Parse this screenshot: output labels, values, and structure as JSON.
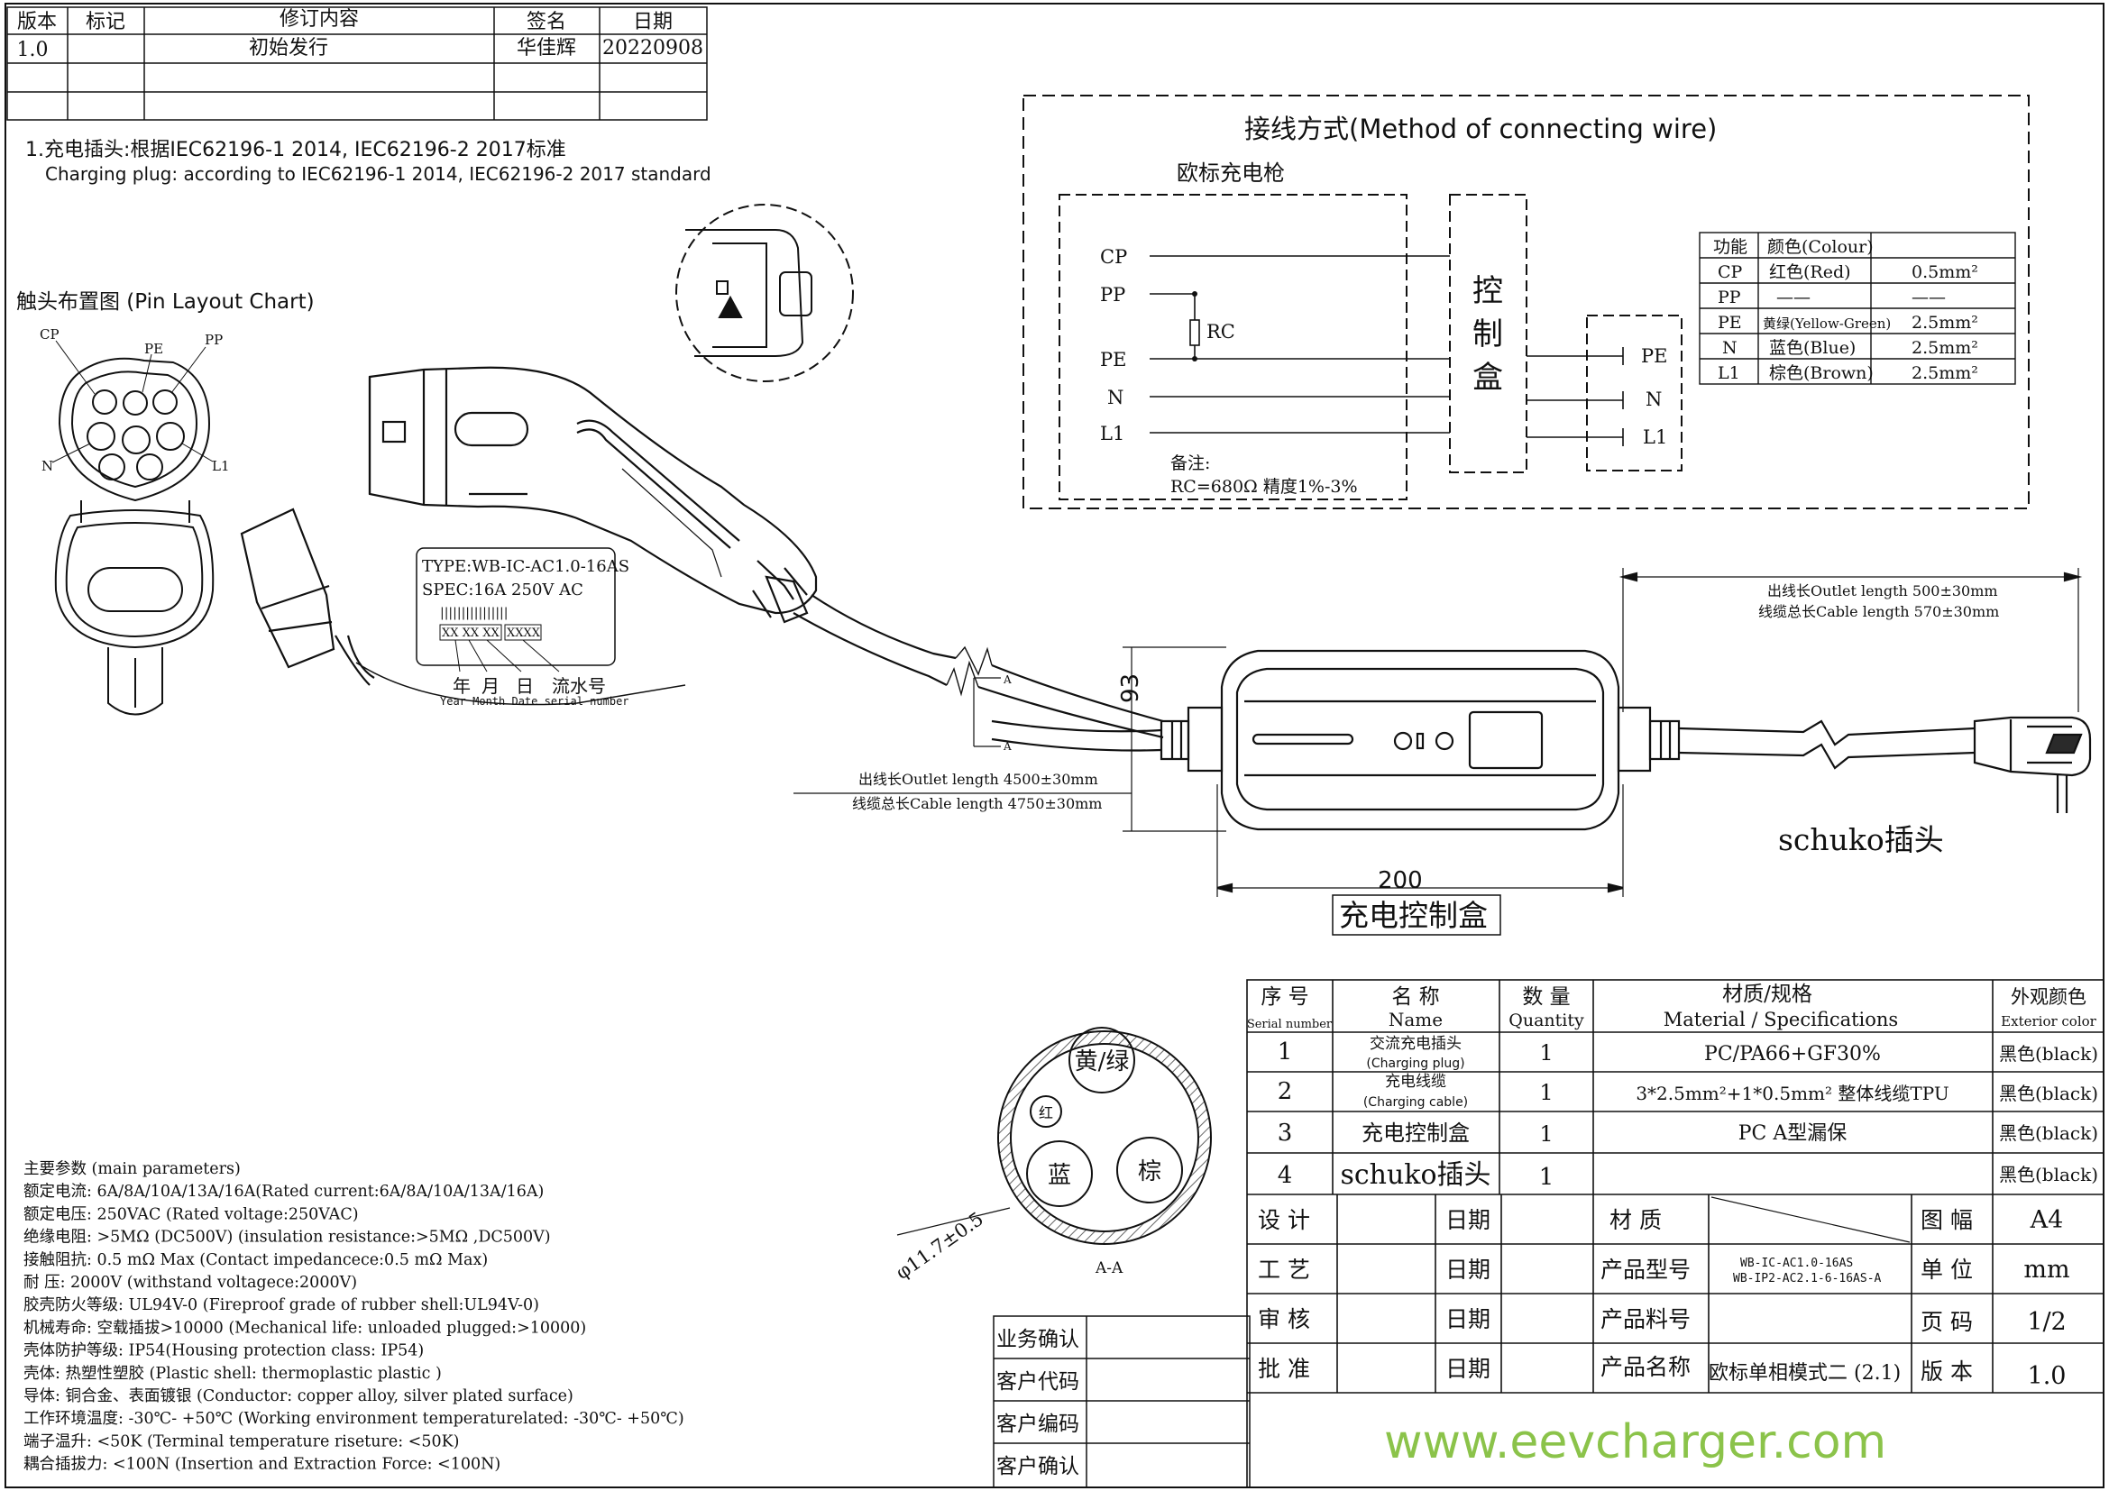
{
  "revision_table": {
    "headers": [
      "版本",
      "标记",
      "修订内容",
      "签名",
      "日期"
    ],
    "row": [
      "1.0",
      "",
      "初始发行",
      "华佳辉",
      "20220908"
    ]
  },
  "standard_note": {
    "zh": "1.充电插头:根据IEC62196-1 2014, IEC62196-2 2017标准",
    "en": "Charging plug: according to IEC62196-1 2014, IEC62196-2 2017 standard"
  },
  "pin_layout": {
    "title": "触头布置图 (Pin Layout Chart)",
    "labels": [
      "CP",
      "PE",
      "PP",
      "N",
      "L1"
    ]
  },
  "nameplate": {
    "type": "TYPE:WB-IC-AC1.0-16AS",
    "spec": "SPEC:16A 250V AC",
    "barcode": "||||||||||||||||",
    "date_box": "XX XX XX",
    "serial_box": "XXXX",
    "captions_zh": [
      "年",
      "月",
      "日",
      "流水号"
    ],
    "captions_en": "Year Month Date serial number"
  },
  "wiring": {
    "title": "接线方式(Method of connecting wire)",
    "gun_label": "欧标充电枪",
    "gun_pins": [
      "CP",
      "PP",
      "PE",
      "N",
      "L1"
    ],
    "resistor": "RC",
    "box_label": [
      "控",
      "制",
      "盒"
    ],
    "out_pins": [
      "PE",
      "N",
      "L1"
    ],
    "note_title": "备注:",
    "note_text": "RC=680Ω   精度1%-3%"
  },
  "colour_table": {
    "headers": [
      "功能",
      "颜色(Colour)",
      ""
    ],
    "rows": [
      [
        "CP",
        "红色(Red)",
        "0.5mm²"
      ],
      [
        "PP",
        "——",
        "——"
      ],
      [
        "PE",
        "黄绿(Yellow-Green)",
        "2.5mm²"
      ],
      [
        "N",
        "蓝色(Blue)",
        "2.5mm²"
      ],
      [
        "L1",
        "棕色(Brown)",
        "2.5mm²"
      ]
    ]
  },
  "dimensions": {
    "out_right_1": "出线长Outlet length 500±30mm",
    "out_right_2": "线缆总长Cable length 570±30mm",
    "out_left_1": "出线长Outlet length 4500±30mm",
    "out_left_2": "线缆总长Cable length 4750±30mm",
    "height": "93",
    "width": "200",
    "section_mark": "A",
    "box_title": "充电控制盒",
    "schuko": "schuko插头"
  },
  "cross_section": {
    "cores": [
      "黄/绿",
      "红",
      "蓝",
      "棕"
    ],
    "diameter": "φ11.7±0.5",
    "label": "A-A"
  },
  "parameters": {
    "lines": [
      "主要参数 (main parameters)",
      "额定电流: 6A/8A/10A/13A/16A(Rated current:6A/8A/10A/13A/16A)",
      "额定电压: 250VAC (Rated voltage:250VAC)",
      "绝缘电阻: >5MΩ (DC500V) (insulation resistance:>5MΩ ,DC500V)",
      "接触阻抗: 0.5 mΩ Max (Contact impedancece:0.5 mΩ Max)",
      "耐   压: 2000V (withstand voltagece:2000V)",
      "胶壳防火等级: UL94V-0 (Fireproof grade of rubber shell:UL94V-0)",
      "机械寿命: 空载插拔>10000 (Mechanical life: unloaded plugged:>10000)",
      "壳体防护等级: IP54(Housing protection class: IP54)",
      "壳体: 热塑性塑胶 (Plastic shell: thermoplastic plastic )",
      "导体: 铜合金、表面镀银 (Conductor: copper alloy, silver plated surface)",
      "工作环境温度: -30℃- +50℃ (Working environment temperaturelated: -30℃- +50℃)",
      "端子温升: <50K (Terminal temperature riseture: <50K)",
      "耦合插拔力: <100N (Insertion and Extraction Force: <100N)"
    ]
  },
  "customer_table": [
    "业务确认",
    "客户代码",
    "客户编码",
    "客户确认"
  ],
  "bom": {
    "headers": {
      "serial_zh": "序 号",
      "serial_en": "Serial number",
      "name_zh": "名 称",
      "name_en": "Name",
      "qty_zh": "数 量",
      "qty_en": "Quantity",
      "mat_zh": "材质/规格",
      "mat_en": "Material / Specifications",
      "color_zh": "外观颜色",
      "color_en": "Exterior color"
    },
    "rows": [
      {
        "no": "1",
        "name": "交流充电插头",
        "name_en": "(Charging plug)",
        "qty": "1",
        "material": "PC/PA66+GF30%",
        "color": "黑色(black)"
      },
      {
        "no": "2",
        "name": "充电线缆",
        "name_en": "(Charging cable)",
        "qty": "1",
        "material": "3*2.5mm²+1*0.5mm² 整体线缆TPU",
        "color": "黑色(black)"
      },
      {
        "no": "3",
        "name": "充电控制盒",
        "name_en": "",
        "qty": "1",
        "material": "PC       A型漏保",
        "color": "黑色(black)"
      },
      {
        "no": "4",
        "name": "schuko插头",
        "name_en": "",
        "qty": "1",
        "material": "",
        "color": "黑色(black)"
      }
    ]
  },
  "title_block": {
    "roles": [
      "设 计",
      "工 艺",
      "审 核",
      "批 准"
    ],
    "date_label": "日期",
    "fields": [
      "材   质",
      "产品型号",
      "产品料号",
      "产品名称"
    ],
    "model_1": "WB-IC-AC1.0-16AS",
    "model_2": "WB-IP2-AC2.1-6-16AS-A",
    "product_name": "欧标单相模式二 (2.1)",
    "right_labels": [
      "图 幅",
      "单 位",
      "页 码",
      "版 本"
    ],
    "right_values": [
      "A4",
      "mm",
      "1/2",
      "1.0"
    ]
  },
  "website": "www.eevcharger.com",
  "colors": {
    "line": "#111111",
    "website": "#8bc34a",
    "fill_dark": "#2a2a2a",
    "hatch": "#666666"
  }
}
